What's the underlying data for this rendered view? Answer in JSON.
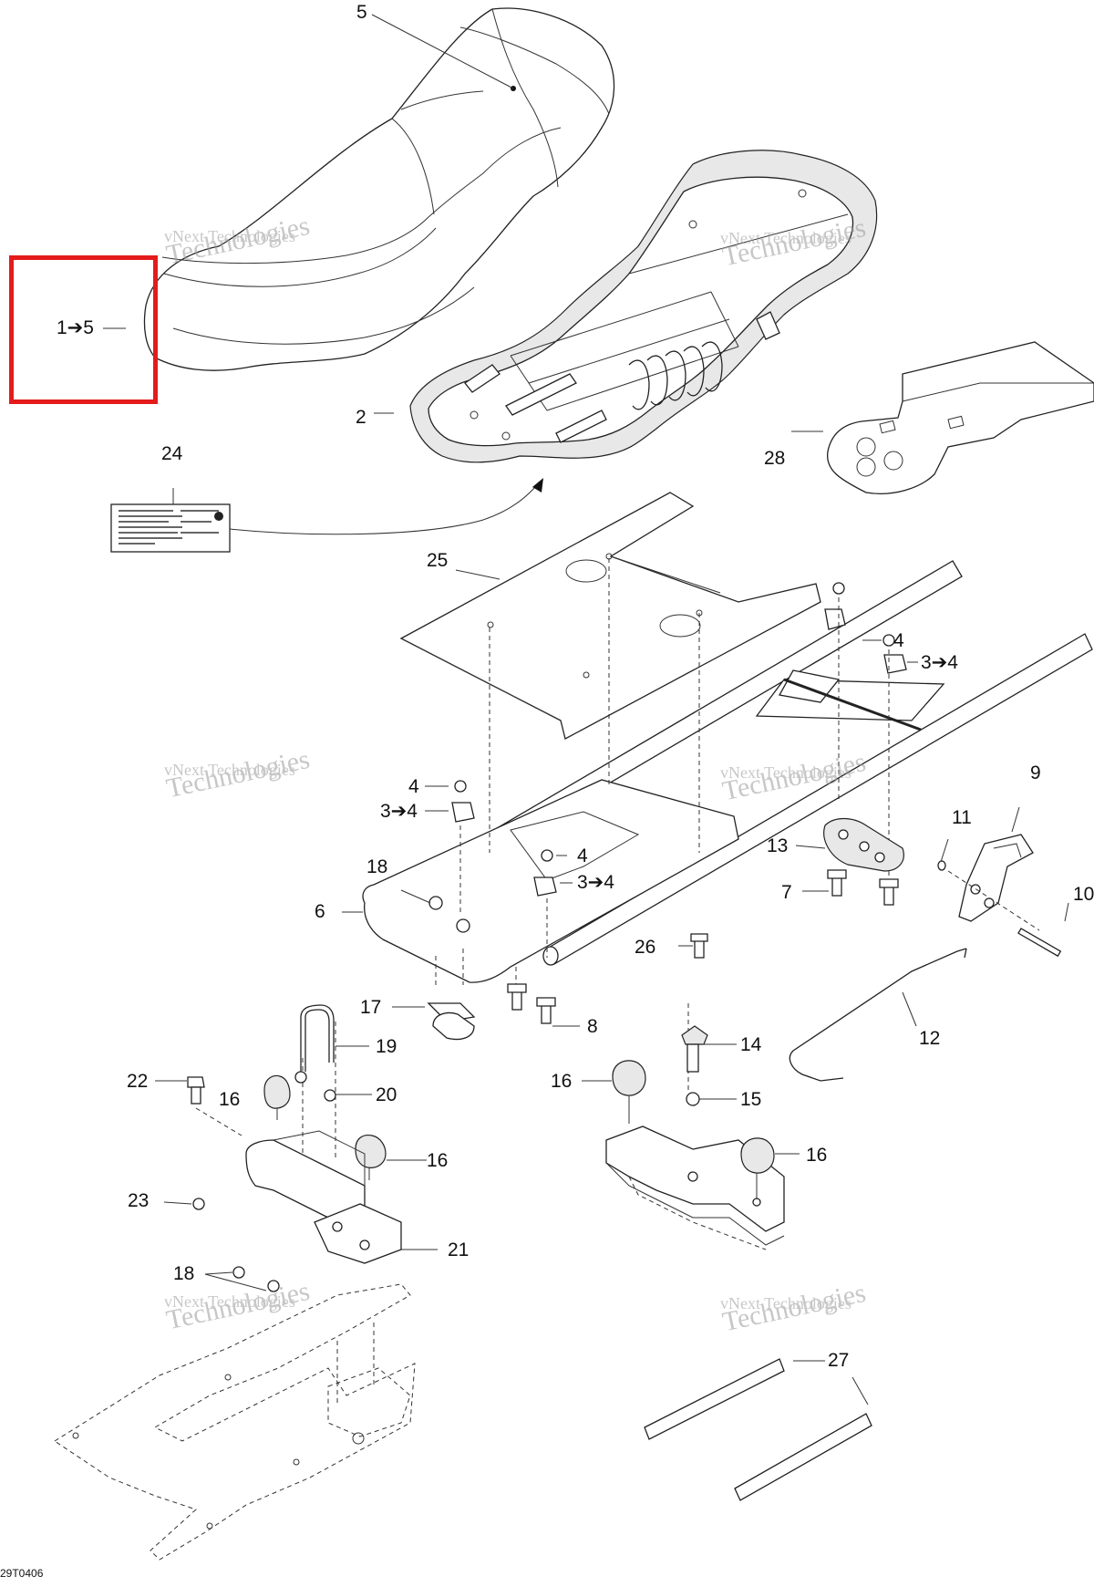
{
  "diagram": {
    "sheet_code": "29T0406",
    "watermark": {
      "line1": "vNext Technologies",
      "line2": "Technologies"
    },
    "highlight_color": "#e41b1b",
    "callouts": [
      {
        "id": "c5",
        "text": "5"
      },
      {
        "id": "c1to5",
        "text": "1➔5"
      },
      {
        "id": "c2",
        "text": "2"
      },
      {
        "id": "c24",
        "text": "24"
      },
      {
        "id": "c28",
        "text": "28"
      },
      {
        "id": "c25",
        "text": "25"
      },
      {
        "id": "c4a",
        "text": "4"
      },
      {
        "id": "c3to4a",
        "text": "3➔4"
      },
      {
        "id": "c4b",
        "text": "4"
      },
      {
        "id": "c3to4b",
        "text": "3➔4"
      },
      {
        "id": "c4c",
        "text": "4"
      },
      {
        "id": "c3to4c",
        "text": "3➔4"
      },
      {
        "id": "c18a",
        "text": "18"
      },
      {
        "id": "c6",
        "text": "6"
      },
      {
        "id": "c13",
        "text": "13"
      },
      {
        "id": "c11",
        "text": "11"
      },
      {
        "id": "c9",
        "text": "9"
      },
      {
        "id": "c7",
        "text": "7"
      },
      {
        "id": "c10",
        "text": "10"
      },
      {
        "id": "c26",
        "text": "26"
      },
      {
        "id": "c17",
        "text": "17"
      },
      {
        "id": "c8",
        "text": "8"
      },
      {
        "id": "c12",
        "text": "12"
      },
      {
        "id": "c19",
        "text": "19"
      },
      {
        "id": "c14",
        "text": "14"
      },
      {
        "id": "c22",
        "text": "22"
      },
      {
        "id": "c20",
        "text": "20"
      },
      {
        "id": "c16a",
        "text": "16"
      },
      {
        "id": "c16b",
        "text": "16"
      },
      {
        "id": "c15",
        "text": "15"
      },
      {
        "id": "c16c",
        "text": "16"
      },
      {
        "id": "c16d",
        "text": "16"
      },
      {
        "id": "c23",
        "text": "23"
      },
      {
        "id": "c21",
        "text": "21"
      },
      {
        "id": "c18b",
        "text": "18"
      },
      {
        "id": "c27",
        "text": "27"
      }
    ]
  }
}
